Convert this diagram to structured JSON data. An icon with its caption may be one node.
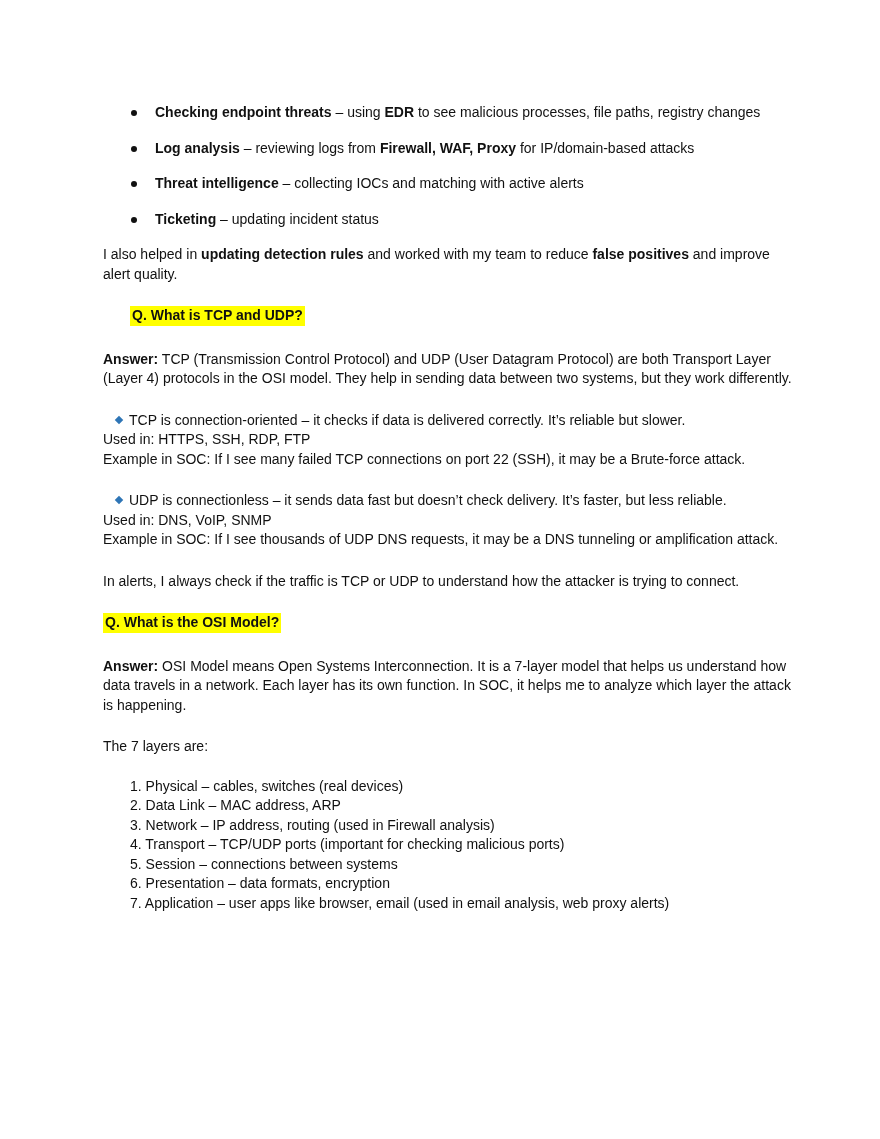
{
  "diagram": {
    "labels": [
      "**Checking endpoint threats** – using **EDR** to see malicious processes, file paths, registry changes",
      "**Log analysis** – reviewing logs from **Firewall, WAF, Proxy** for IP/domain-based attacks",
      "**Threat intelligence** – collecting IOCs and matching with active alerts",
      "**Ticketing** – updating incident status",
      "I also helped in **updating detection rules** and worked with my team to reduce **false positives** and improve alert quality.",
      "Q. What is TCP and UDP?",
      "**Answer:** TCP (Transmission Control Protocol) and UDP (User Datagram Protocol) are both Transport Layer (Layer 4) protocols in the OSI model. They help in sending data between two systems, but they work differently.",
      "TCP is connection-oriented – it checks if data is delivered correctly. It’s reliable but slower.",
      "Used in: HTTPS, SSH, RDP, FTP",
      "Example in SOC: If I see many failed TCP connections on port 22 (SSH), it may be a Brute-force attack.",
      "UDP is connectionless – it sends data fast but doesn’t check delivery. It’s faster, but less reliable.",
      "Used in: DNS, VoIP, SNMP",
      "Example in SOC: If I see thousands of UDP DNS requests, it may be a DNS tunneling or amplification attack.",
      "In alerts, I always check if the traffic is TCP or UDP to understand how the attacker is trying to connect.",
      "Q. What is the OSI Model?",
      "**Answer:**  OSI Model means Open Systems Interconnection. It is a 7-layer model that helps us understand how data travels in a network. Each layer has its own function. In SOC, it helps me to analyze which layer the attack is happening.",
      "The 7 layers are:",
      "1. Physical – cables, switches (real devices)",
      "2. Data Link – MAC address, ARP",
      "3. Network – IP address, routing (used in Firewall analysis)",
      "4. Transport – TCP/UDP ports (important for checking malicious ports)",
      "5. Session – connections between systems",
      "6. Presentation – data formats, encryption",
      "7. Application – user apps like browser, email (used in email analysis, web proxy alerts)"
    ]
  }
}
